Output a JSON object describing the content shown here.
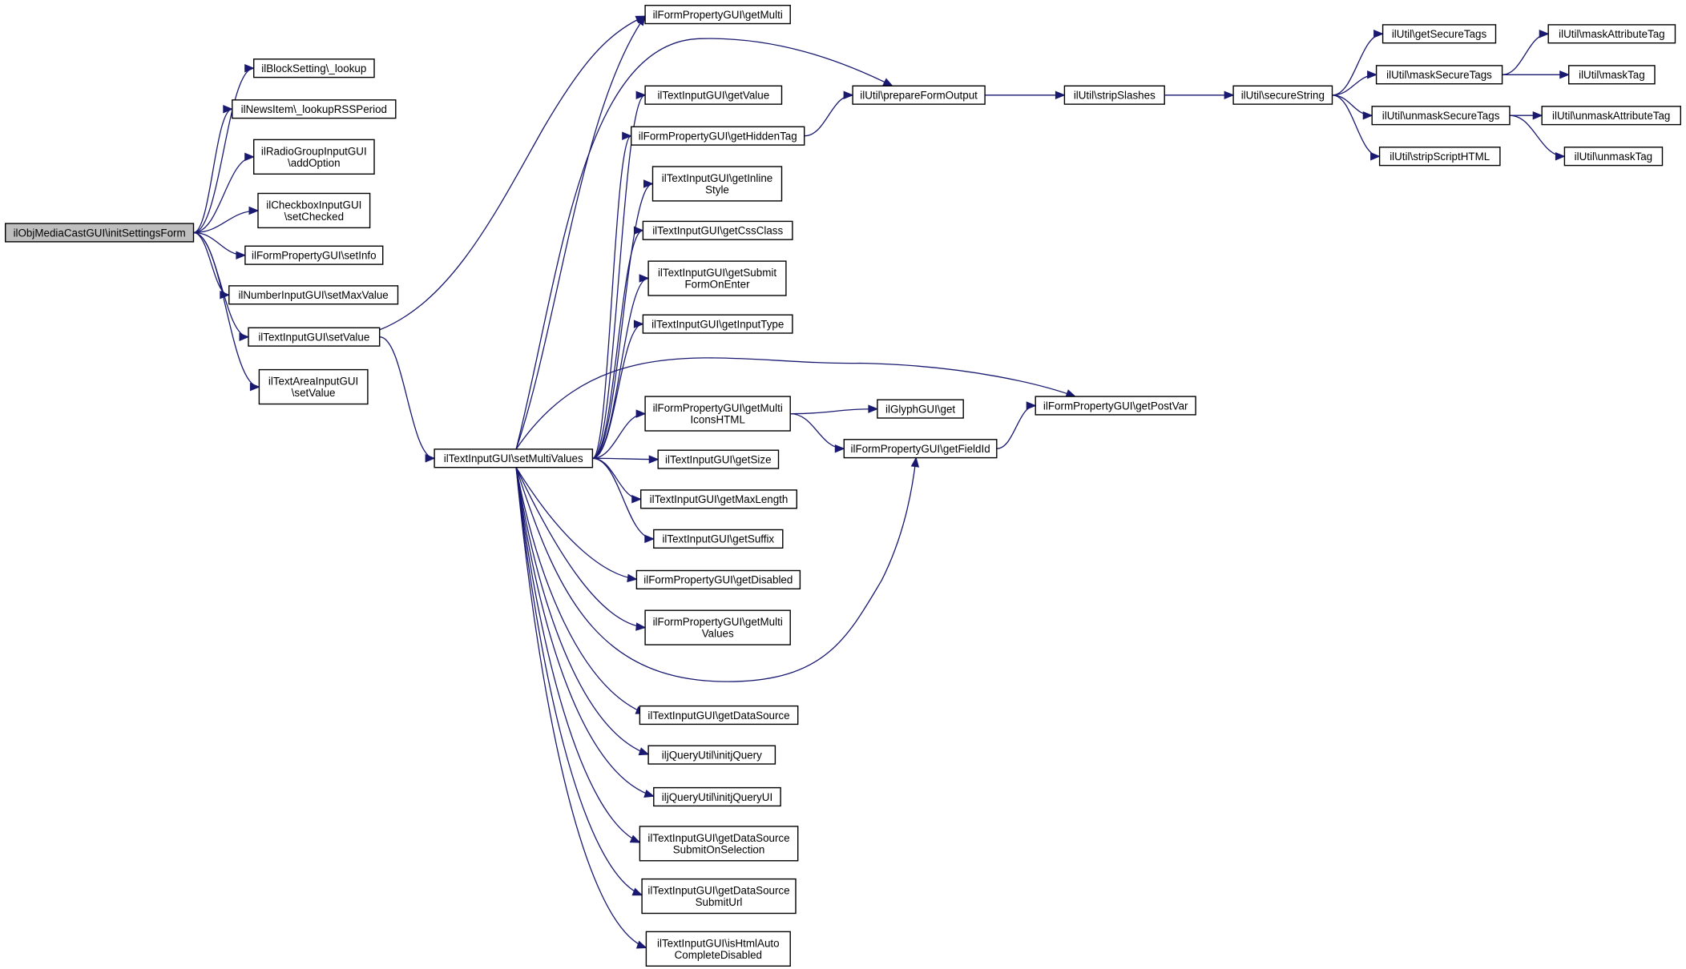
{
  "graph": {
    "nodes": {
      "root": [
        "ilObjMediaCastGUI\\initSettingsForm"
      ],
      "blk": [
        "ilBlockSetting\\_lookup"
      ],
      "news": [
        "ilNewsItem\\_lookupRSSPeriod"
      ],
      "radio": [
        "ilRadioGroupInputGUI",
        "\\addOption"
      ],
      "chk": [
        "ilCheckboxInputGUI",
        "\\setChecked"
      ],
      "setinfo": [
        "ilFormPropertyGUI\\setInfo"
      ],
      "numinput": [
        "ilNumberInputGUI\\setMaxValue"
      ],
      "setval": [
        "ilTextInputGUI\\setValue"
      ],
      "area": [
        "ilTextAreaInputGUI",
        "\\setValue"
      ],
      "smv": [
        "ilTextInputGUI\\setMultiValues"
      ],
      "getmulti": [
        "ilFormPropertyGUI\\getMulti"
      ],
      "getvalue": [
        "ilTextInputGUI\\getValue"
      ],
      "hidden": [
        "ilFormPropertyGUI\\getHiddenTag"
      ],
      "inline": [
        "ilTextInputGUI\\getInline",
        "Style"
      ],
      "css": [
        "ilTextInputGUI\\getCssClass"
      ],
      "submit": [
        "ilTextInputGUI\\getSubmit",
        "FormOnEnter"
      ],
      "inputtype": [
        "ilTextInputGUI\\getInputType"
      ],
      "icons": [
        "ilFormPropertyGUI\\getMulti",
        "IconsHTML"
      ],
      "size": [
        "ilTextInputGUI\\getSize"
      ],
      "maxlen": [
        "ilTextInputGUI\\getMaxLength"
      ],
      "suffix": [
        "ilTextInputGUI\\getSuffix"
      ],
      "disabled": [
        "ilFormPropertyGUI\\getDisabled"
      ],
      "multivals": [
        "ilFormPropertyGUI\\getMulti",
        "Values"
      ],
      "datasrc": [
        "ilTextInputGUI\\getDataSource"
      ],
      "jq": [
        "iljQueryUtil\\initjQuery"
      ],
      "jqui": [
        "iljQueryUtil\\initjQueryUI"
      ],
      "dssel": [
        "ilTextInputGUI\\getDataSource",
        "SubmitOnSelection"
      ],
      "dsurl": [
        "ilTextInputGUI\\getDataSource",
        "SubmitUrl"
      ],
      "autocomp": [
        "ilTextInputGUI\\isHtmlAuto",
        "CompleteDisabled"
      ],
      "prepare": [
        "ilUtil\\prepareFormOutput"
      ],
      "glyph": [
        "ilGlyphGUI\\get"
      ],
      "fieldid": [
        "ilFormPropertyGUI\\getFieldId"
      ],
      "postvar": [
        "ilFormPropertyGUI\\getPostVar"
      ],
      "strip": [
        "ilUtil\\stripSlashes"
      ],
      "secure": [
        "ilUtil\\secureString"
      ],
      "getsecure": [
        "ilUtil\\getSecureTags"
      ],
      "masksecure": [
        "ilUtil\\maskSecureTags"
      ],
      "unmasksecure": [
        "ilUtil\\unmaskSecureTags"
      ],
      "stripscript": [
        "ilUtil\\stripScriptHTML"
      ],
      "maskattr": [
        "ilUtil\\maskAttributeTag"
      ],
      "masktag": [
        "ilUtil\\maskTag"
      ],
      "unmaskattr": [
        "ilUtil\\unmaskAttributeTag"
      ],
      "unmasktag": [
        "ilUtil\\unmaskTag"
      ]
    },
    "edges": [
      [
        "root",
        "blk"
      ],
      [
        "root",
        "news"
      ],
      [
        "root",
        "radio"
      ],
      [
        "root",
        "chk"
      ],
      [
        "root",
        "setinfo"
      ],
      [
        "root",
        "numinput"
      ],
      [
        "root",
        "setval"
      ],
      [
        "root",
        "area"
      ],
      [
        "setval",
        "getmulti"
      ],
      [
        "setval",
        "smv"
      ],
      [
        "smv",
        "getmulti"
      ],
      [
        "smv",
        "prepare"
      ],
      [
        "smv",
        "getvalue"
      ],
      [
        "smv",
        "hidden"
      ],
      [
        "smv",
        "inline"
      ],
      [
        "smv",
        "css"
      ],
      [
        "smv",
        "submit"
      ],
      [
        "smv",
        "inputtype"
      ],
      [
        "smv",
        "postvar"
      ],
      [
        "smv",
        "icons"
      ],
      [
        "smv",
        "size"
      ],
      [
        "smv",
        "maxlen"
      ],
      [
        "smv",
        "suffix"
      ],
      [
        "smv",
        "disabled"
      ],
      [
        "smv",
        "multivals"
      ],
      [
        "smv",
        "fieldid"
      ],
      [
        "smv",
        "datasrc"
      ],
      [
        "smv",
        "jq"
      ],
      [
        "smv",
        "jqui"
      ],
      [
        "smv",
        "dssel"
      ],
      [
        "smv",
        "dsurl"
      ],
      [
        "smv",
        "autocomp"
      ],
      [
        "hidden",
        "prepare"
      ],
      [
        "icons",
        "glyph"
      ],
      [
        "icons",
        "fieldid"
      ],
      [
        "fieldid",
        "postvar"
      ],
      [
        "prepare",
        "strip"
      ],
      [
        "strip",
        "secure"
      ],
      [
        "secure",
        "getsecure"
      ],
      [
        "secure",
        "masksecure"
      ],
      [
        "secure",
        "unmasksecure"
      ],
      [
        "secure",
        "stripscript"
      ],
      [
        "masksecure",
        "maskattr"
      ],
      [
        "masksecure",
        "masktag"
      ],
      [
        "unmasksecure",
        "unmaskattr"
      ],
      [
        "unmasksecure",
        "unmasktag"
      ]
    ],
    "colors": {
      "edge": "#191970",
      "root_fill": "#bfbfbf",
      "node_fill": "#ffffff",
      "node_border": "#000000"
    }
  }
}
